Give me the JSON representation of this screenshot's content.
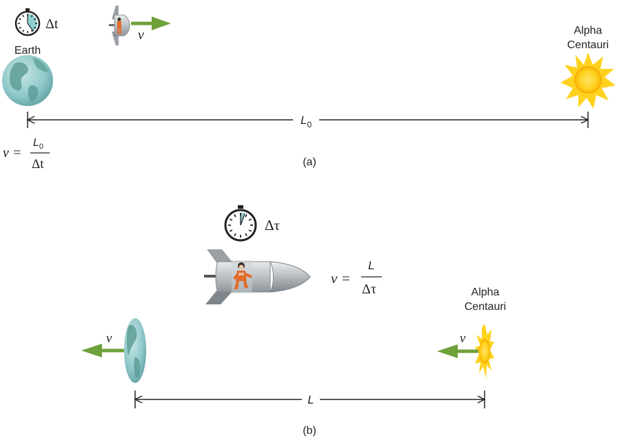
{
  "panel_a": {
    "caption": "(a)",
    "earth_label": "Earth",
    "star_label_line1": "Alpha",
    "star_label_line2": "Centauri",
    "clock_symbol": "Δt",
    "velocity_symbol": "v",
    "distance_symbol": "L",
    "distance_subscript": "0",
    "equation": {
      "lhs": "v =",
      "numerator": "L",
      "numerator_subscript": "0",
      "denominator": "Δt"
    }
  },
  "panel_b": {
    "caption": "(b)",
    "star_label_line1": "Alpha",
    "star_label_line2": "Centauri",
    "clock_symbol": "Δτ",
    "earth_velocity_symbol": "v",
    "star_velocity_symbol": "v",
    "distance_symbol": "L",
    "equation": {
      "lhs": "v =",
      "numerator": "L",
      "denominator": "Δτ"
    }
  },
  "colors": {
    "arrow_green": "#6fa13a",
    "earth_blue": "#8ec7c8",
    "earth_land": "#5e9e96",
    "sun_yellow": "#ffd21e",
    "sun_orange": "#f5a900",
    "ship_grey": "#b7bcc0",
    "astronaut_orange": "#e06c2a",
    "clock_wedge": "#8fcfcf"
  }
}
